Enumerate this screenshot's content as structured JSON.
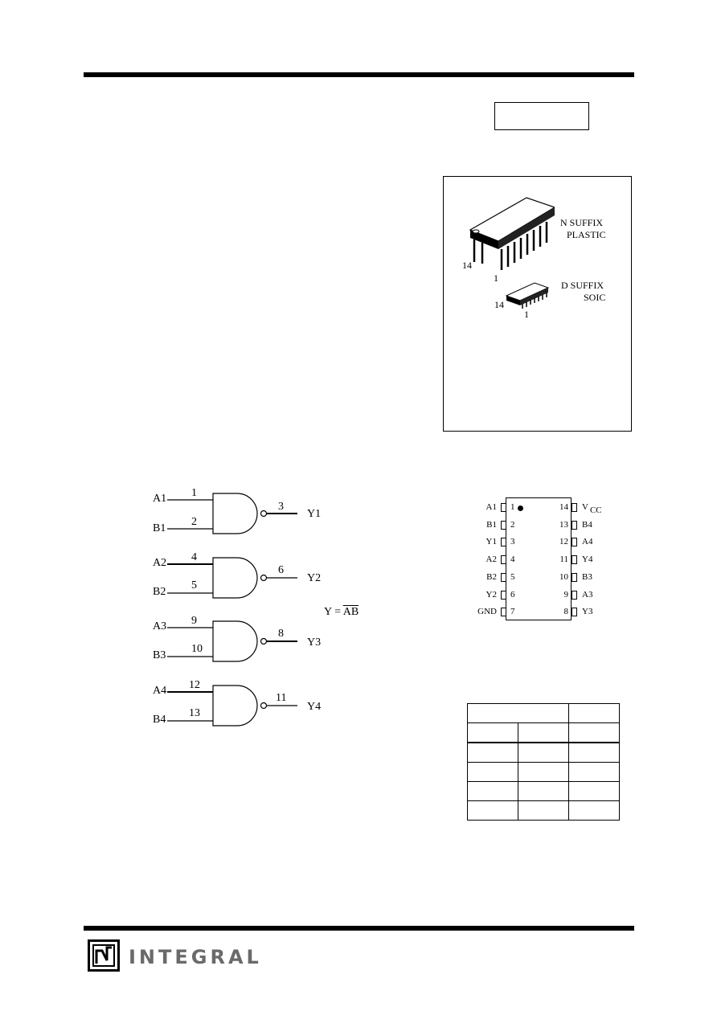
{
  "packages": {
    "n_suffix": {
      "line1": "N SUFFIX",
      "line2": "PLASTIC",
      "pin_high": "14",
      "pin_low": "1"
    },
    "d_suffix": {
      "line1": "D SUFFIX",
      "line2": "SOIC",
      "pin_high": "14",
      "pin_low": "1"
    }
  },
  "logic_diagram": {
    "equation_prefix": "Y = ",
    "equation_overbar": "AB",
    "gates": [
      {
        "in_a": "A1",
        "pin_a": "1",
        "in_b": "B1",
        "pin_b": "2",
        "out": "Y1",
        "pin_out": "3"
      },
      {
        "in_a": "A2",
        "pin_a": "4",
        "in_b": "B2",
        "pin_b": "5",
        "out": "Y2",
        "pin_out": "6"
      },
      {
        "in_a": "A3",
        "pin_a": "9",
        "in_b": "B3",
        "pin_b": "10",
        "out": "Y3",
        "pin_out": "8"
      },
      {
        "in_a": "A4",
        "pin_a": "12",
        "in_b": "B4",
        "pin_b": "13",
        "out": "Y4",
        "pin_out": "11"
      }
    ]
  },
  "pinout": {
    "left": [
      {
        "name": "A1",
        "num": "1"
      },
      {
        "name": "B1",
        "num": "2"
      },
      {
        "name": "Y1",
        "num": "3"
      },
      {
        "name": "A2",
        "num": "4"
      },
      {
        "name": "B2",
        "num": "5"
      },
      {
        "name": "Y2",
        "num": "6"
      },
      {
        "name": "GND",
        "num": "7"
      }
    ],
    "right": [
      {
        "name": "V",
        "sub": "CC",
        "num": "14"
      },
      {
        "name": "B4",
        "num": "13"
      },
      {
        "name": "A4",
        "num": "12"
      },
      {
        "name": "Y4",
        "num": "11"
      },
      {
        "name": "B3",
        "num": "10"
      },
      {
        "name": "A3",
        "num": "9"
      },
      {
        "name": "Y3",
        "num": "8"
      }
    ]
  },
  "footer": {
    "logo_text": "INTEGRAL"
  }
}
